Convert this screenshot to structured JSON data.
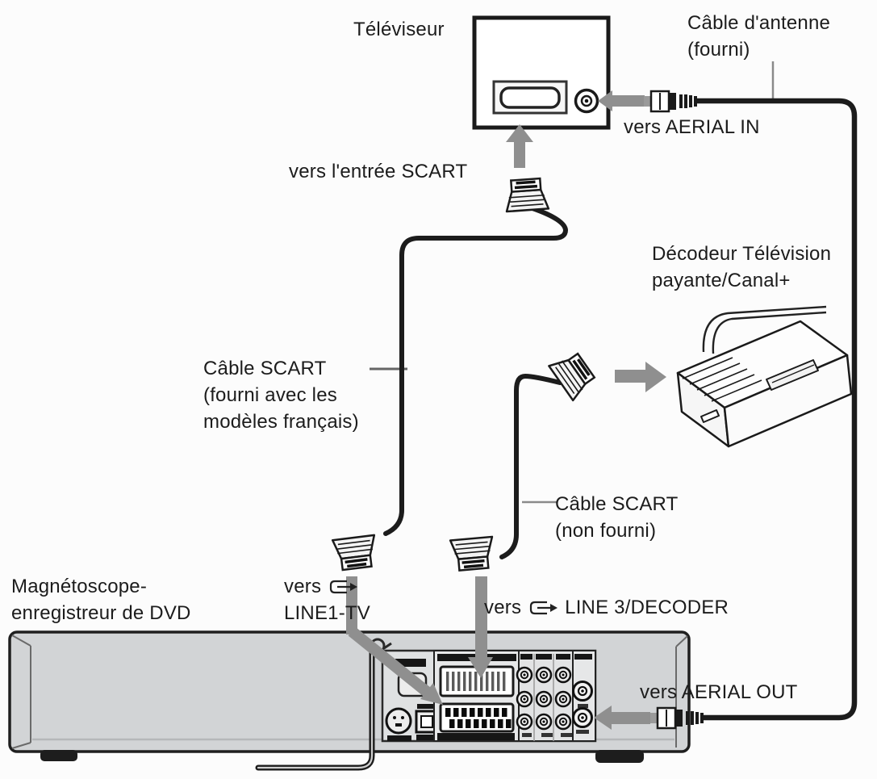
{
  "labels": {
    "tv": "Téléviseur",
    "antenna_cable_1": "Câble d'antenne",
    "antenna_cable_2": "(fourni)",
    "aerial_in": "vers AERIAL IN",
    "scart_input": "vers l'entrée SCART",
    "decoder_1": "Décodeur Télévision",
    "decoder_2": "payante/Canal+",
    "scart_supplied_1": "Câble SCART",
    "scart_supplied_2": "(fourni avec les",
    "scart_supplied_3": "modèles français)",
    "scart_not_supplied_1": "Câble SCART",
    "scart_not_supplied_2": "(non fourni)",
    "recorder_1": "Magnétoscope-",
    "recorder_2": "enregistreur de DVD",
    "line1_tv_prefix": "vers",
    "line1_tv": "LINE1-TV",
    "line3_prefix": "vers",
    "line3": "LINE 3/DECODER",
    "aerial_out": "vers AERIAL OUT"
  },
  "icons": {
    "line_connector": "scart-io-arrow-icon"
  },
  "colors": {
    "text": "#1c1c1c",
    "arrow": "#8f8f8f",
    "cable": "#1c1c1c",
    "recorder_body": "#d2d4d6",
    "background": "#fcfcfc"
  }
}
